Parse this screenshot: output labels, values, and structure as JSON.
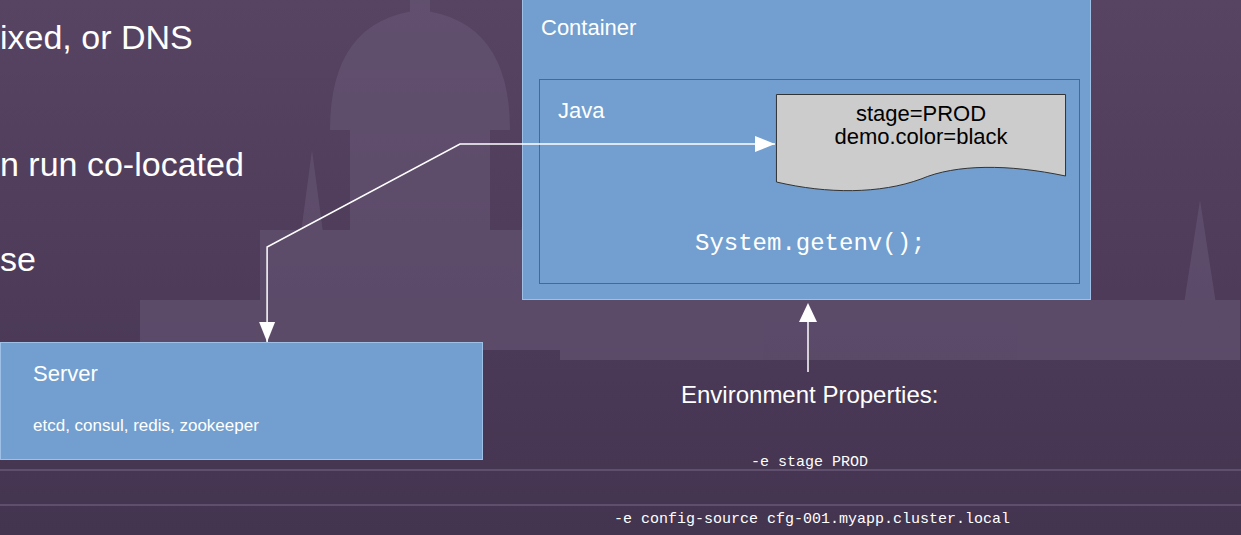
{
  "diagram": {
    "nodes": [
      {
        "text": [
          "Container"
        ]
      },
      {
        "text": [
          "Java",
          "System.getenv();"
        ],
        "in": 0
      },
      {
        "text": [
          "stage=PROD demo.color=black"
        ],
        "in": 1
      },
      {
        "text": [
          "Server",
          "etcd, consul, redis, zookeeper"
        ]
      }
    ],
    "edges": [
      {
        "from": 3,
        "to": 2,
        "arrow": "both"
      }
    ],
    "labels": [
      "ixed, or DNS",
      "n run co-located",
      "se",
      "Environment Properties:",
      "-e stage PROD",
      "-e config-source cfg-001.myapp.cluster.local"
    ]
  }
}
